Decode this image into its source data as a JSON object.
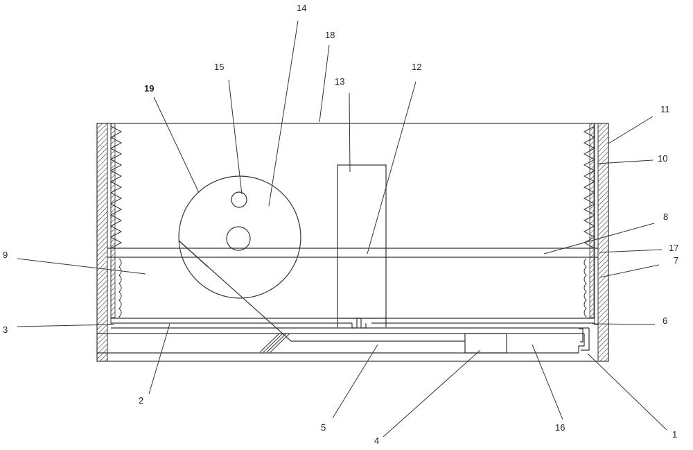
{
  "labels": {
    "l1": "1",
    "l2": "2",
    "l3": "3",
    "l4": "4",
    "l5": "5",
    "l6": "6",
    "l7": "7",
    "l8": "8",
    "l9": "9",
    "l10": "10",
    "l11": "11",
    "l12": "12",
    "l13": "13",
    "l14": "14",
    "l15": "15",
    "l16": "16",
    "l17": "17",
    "l18": "18",
    "l19": "19"
  },
  "colors": {
    "line": "#333333",
    "background": "#ffffff"
  }
}
